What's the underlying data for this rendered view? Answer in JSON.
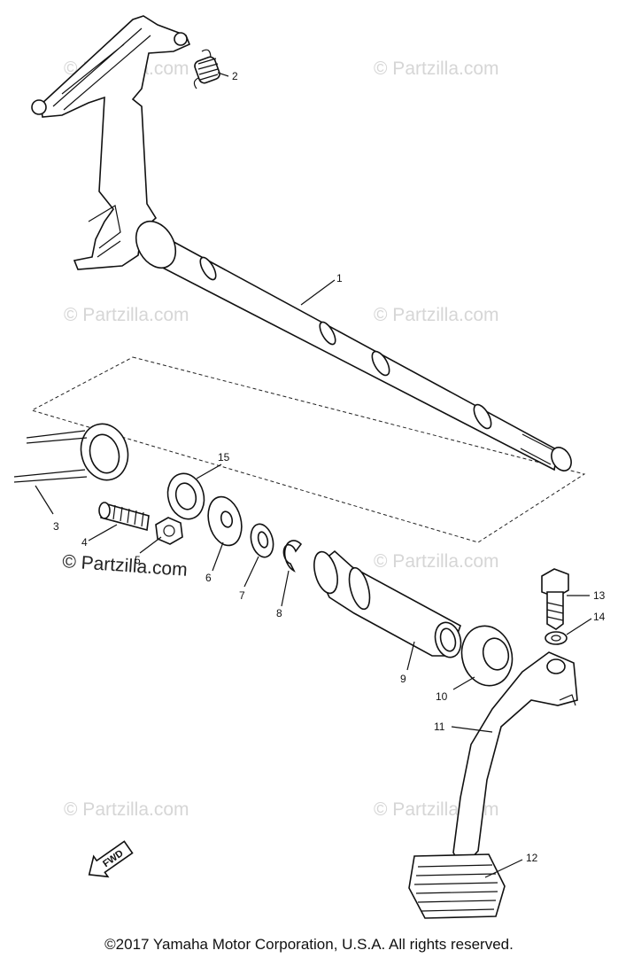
{
  "diagram": {
    "callouts": [
      {
        "id": "1",
        "text": "1"
      },
      {
        "id": "2",
        "text": "2"
      },
      {
        "id": "3",
        "text": "3"
      },
      {
        "id": "4",
        "text": "4"
      },
      {
        "id": "5",
        "text": "5"
      },
      {
        "id": "6",
        "text": "6"
      },
      {
        "id": "7",
        "text": "7"
      },
      {
        "id": "8",
        "text": "8"
      },
      {
        "id": "9",
        "text": "9"
      },
      {
        "id": "10",
        "text": "10"
      },
      {
        "id": "11",
        "text": "11"
      },
      {
        "id": "12",
        "text": "12"
      },
      {
        "id": "13",
        "text": "13"
      },
      {
        "id": "14",
        "text": "14"
      },
      {
        "id": "15",
        "text": "15"
      }
    ],
    "watermark": "© Partzilla.com",
    "direction_marker": "FWD"
  },
  "footer": {
    "copyright": "©2017  Yamaha Motor Corporation, U.S.A. All rights reserved."
  },
  "colors": {
    "line": "#111111",
    "watermark": "#d6d6d6",
    "background": "#ffffff"
  }
}
